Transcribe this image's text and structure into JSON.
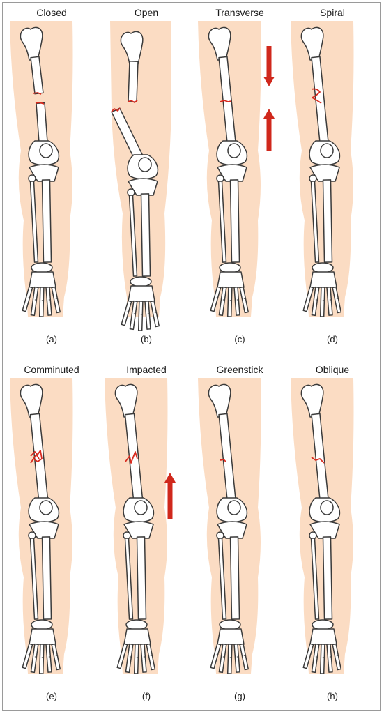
{
  "colors": {
    "skin": "#fbdcc3",
    "bone_fill": "#ffffff",
    "bone_stroke": "#3a3a3a",
    "fracture": "#d92b1f",
    "arrow": "#d0281c"
  },
  "panels": [
    {
      "title": "Closed",
      "letter": "(a)",
      "type": "closed"
    },
    {
      "title": "Open",
      "letter": "(b)",
      "type": "open"
    },
    {
      "title": "Transverse",
      "letter": "(c)",
      "type": "transverse"
    },
    {
      "title": "Spiral",
      "letter": "(d)",
      "type": "spiral"
    },
    {
      "title": "Comminuted",
      "letter": "(e)",
      "type": "comminuted"
    },
    {
      "title": "Impacted",
      "letter": "(f)",
      "type": "impacted"
    },
    {
      "title": "Greenstick",
      "letter": "(g)",
      "type": "greenstick"
    },
    {
      "title": "Oblique",
      "letter": "(h)",
      "type": "oblique"
    }
  ]
}
